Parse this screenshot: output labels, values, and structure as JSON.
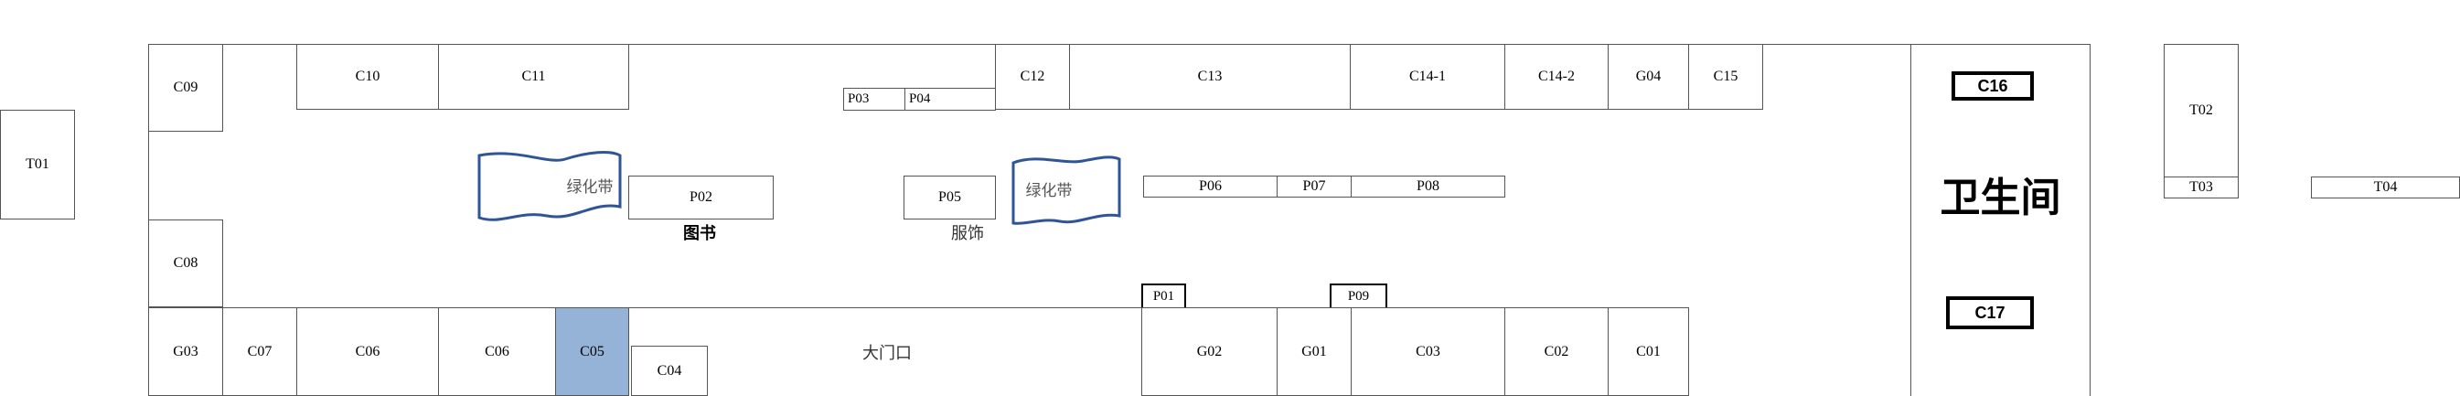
{
  "units": {
    "C09": "C09",
    "C10": "C10",
    "C11": "C11",
    "C12": "C12",
    "C13": "C13",
    "C14_1": "C14-1",
    "C14_2": "C14-2",
    "G04": "G04",
    "C15": "C15",
    "C16": "C16",
    "C17": "C17",
    "T01": "T01",
    "T02": "T02",
    "T03": "T03",
    "T04": "T04",
    "C08": "C08",
    "G03": "G03",
    "C07": "C07",
    "C06a": "C06",
    "C06b": "C06",
    "C05": "C05",
    "C04": "C04",
    "G02": "G02",
    "G01": "G01",
    "C03": "C03",
    "C02": "C02",
    "C01": "C01",
    "P01": "P01",
    "P02": "P02",
    "P03": "P03",
    "P04": "P04",
    "P05": "P05",
    "P06": "P06",
    "P07": "P07",
    "P08": "P08",
    "P09": "P09"
  },
  "labels": {
    "restroom": "卫生间",
    "entrance": "大门口",
    "greenbelt_left": "绿化带",
    "greenbelt_right": "绿化带",
    "books": "图书",
    "clothing": "服饰"
  },
  "colors": {
    "highlight": "#95b3d7",
    "greenbelt_stroke": "#2f5597"
  }
}
